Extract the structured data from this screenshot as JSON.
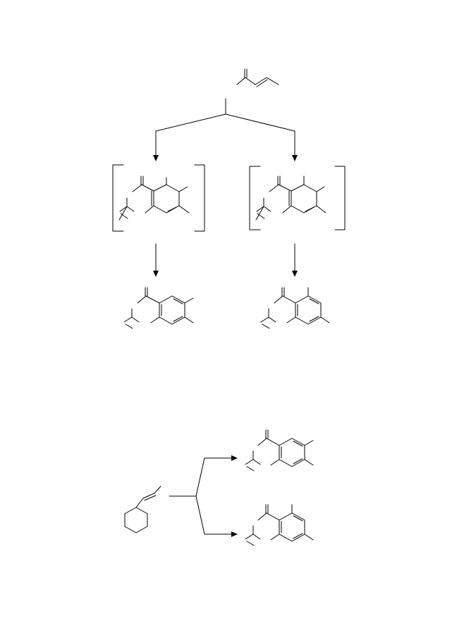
{
  "figure": {
    "type": "reaction-scheme",
    "text_labels": [],
    "colors": {
      "background": "#ffffff",
      "ink": "#000000"
    },
    "molecules": [
      {
        "id": "starting-diene",
        "role": "reactant"
      },
      {
        "id": "intermediate-left",
        "role": "bracketed-intermediate"
      },
      {
        "id": "intermediate-right",
        "role": "bracketed-intermediate"
      },
      {
        "id": "product-left",
        "role": "product"
      },
      {
        "id": "product-right",
        "role": "product"
      },
      {
        "id": "cyclohexyl-propenyl",
        "role": "reactant"
      },
      {
        "id": "product-bottom-upper",
        "role": "product"
      },
      {
        "id": "product-bottom-lower",
        "role": "product"
      }
    ]
  }
}
